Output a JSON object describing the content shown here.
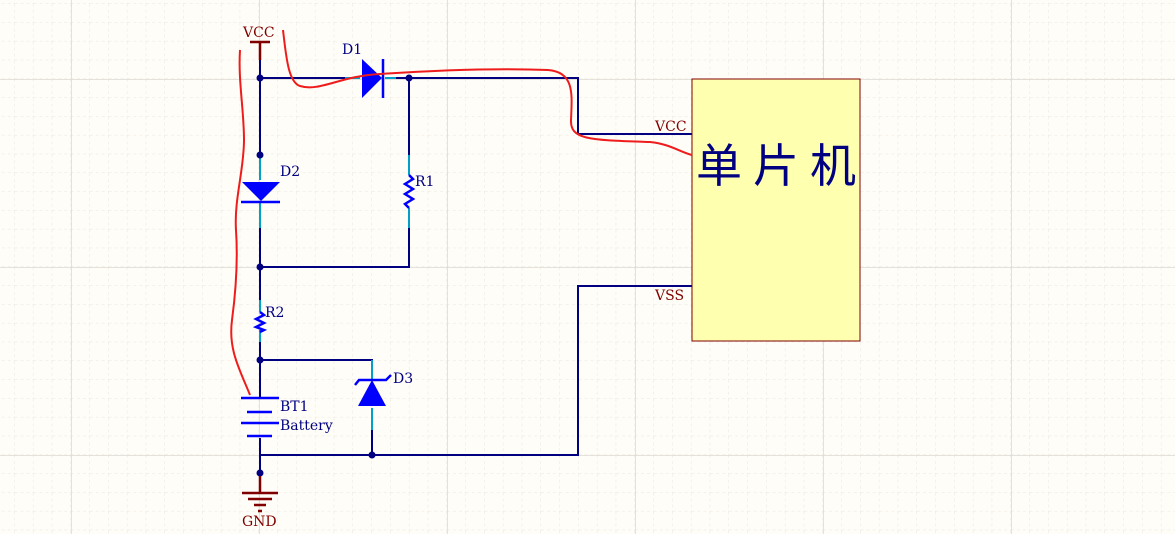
{
  "power_ports": {
    "vcc": "VCC",
    "gnd": "GND"
  },
  "components": {
    "d1": "D1",
    "d2": "D2",
    "d3": "D3",
    "r1": "R1",
    "r2": "R2",
    "bt1": {
      "designator": "BT1",
      "comment": "Battery"
    }
  },
  "mcu": {
    "title": "单片机",
    "pin_vcc": "VCC",
    "pin_vss": "VSS",
    "fill_color": "#ffffb0",
    "border_color": "#800000"
  },
  "colors": {
    "wire": "#000080",
    "component": "#0000ff",
    "power": "#800000",
    "annotation": "#ee1c1c",
    "background": "#fffdf7"
  }
}
